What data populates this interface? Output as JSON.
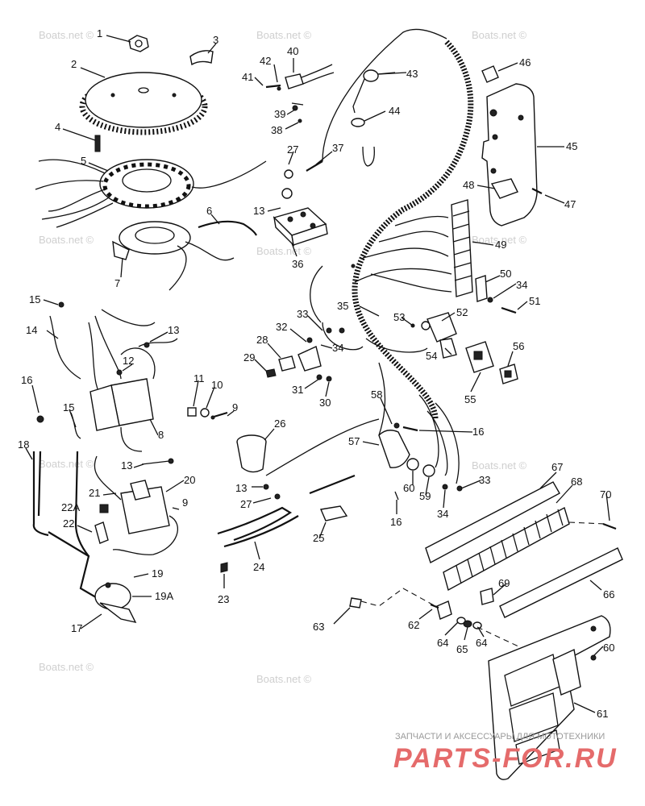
{
  "watermarks": [
    "Boats.net ©",
    "Boats.net ©",
    "Boats.net ©",
    "Boats.net ©",
    "Boats.net ©",
    "Boats.net ©",
    "Boats.net ©",
    "Boats.net ©",
    "Boats.net ©",
    "Boats.net ©"
  ],
  "brand": {
    "tagline": "ЗАПЧАСТИ И АКСЕССУАРЫ ДЛЯ МОТОТЕХНИКИ",
    "name": "PARTS-FOR.RU"
  },
  "callouts": [
    "1",
    "2",
    "3",
    "4",
    "5",
    "6",
    "7",
    "8",
    "9",
    "9",
    "10",
    "11",
    "12",
    "13",
    "13",
    "13",
    "13",
    "14",
    "15",
    "15",
    "16",
    "16",
    "16",
    "17",
    "18",
    "19",
    "19A",
    "20",
    "21",
    "22",
    "22A",
    "23",
    "24",
    "25",
    "26",
    "27",
    "27",
    "28",
    "29",
    "30",
    "31",
    "32",
    "33",
    "33",
    "34",
    "34",
    "34",
    "35",
    "36",
    "37",
    "38",
    "39",
    "40",
    "41",
    "42",
    "43",
    "44",
    "45",
    "46",
    "47",
    "48",
    "49",
    "50",
    "51",
    "52",
    "53",
    "54",
    "55",
    "56",
    "57",
    "58",
    "59",
    "60",
    "60",
    "61",
    "62",
    "63",
    "64",
    "64",
    "65",
    "66",
    "67",
    "68",
    "69",
    "70"
  ]
}
